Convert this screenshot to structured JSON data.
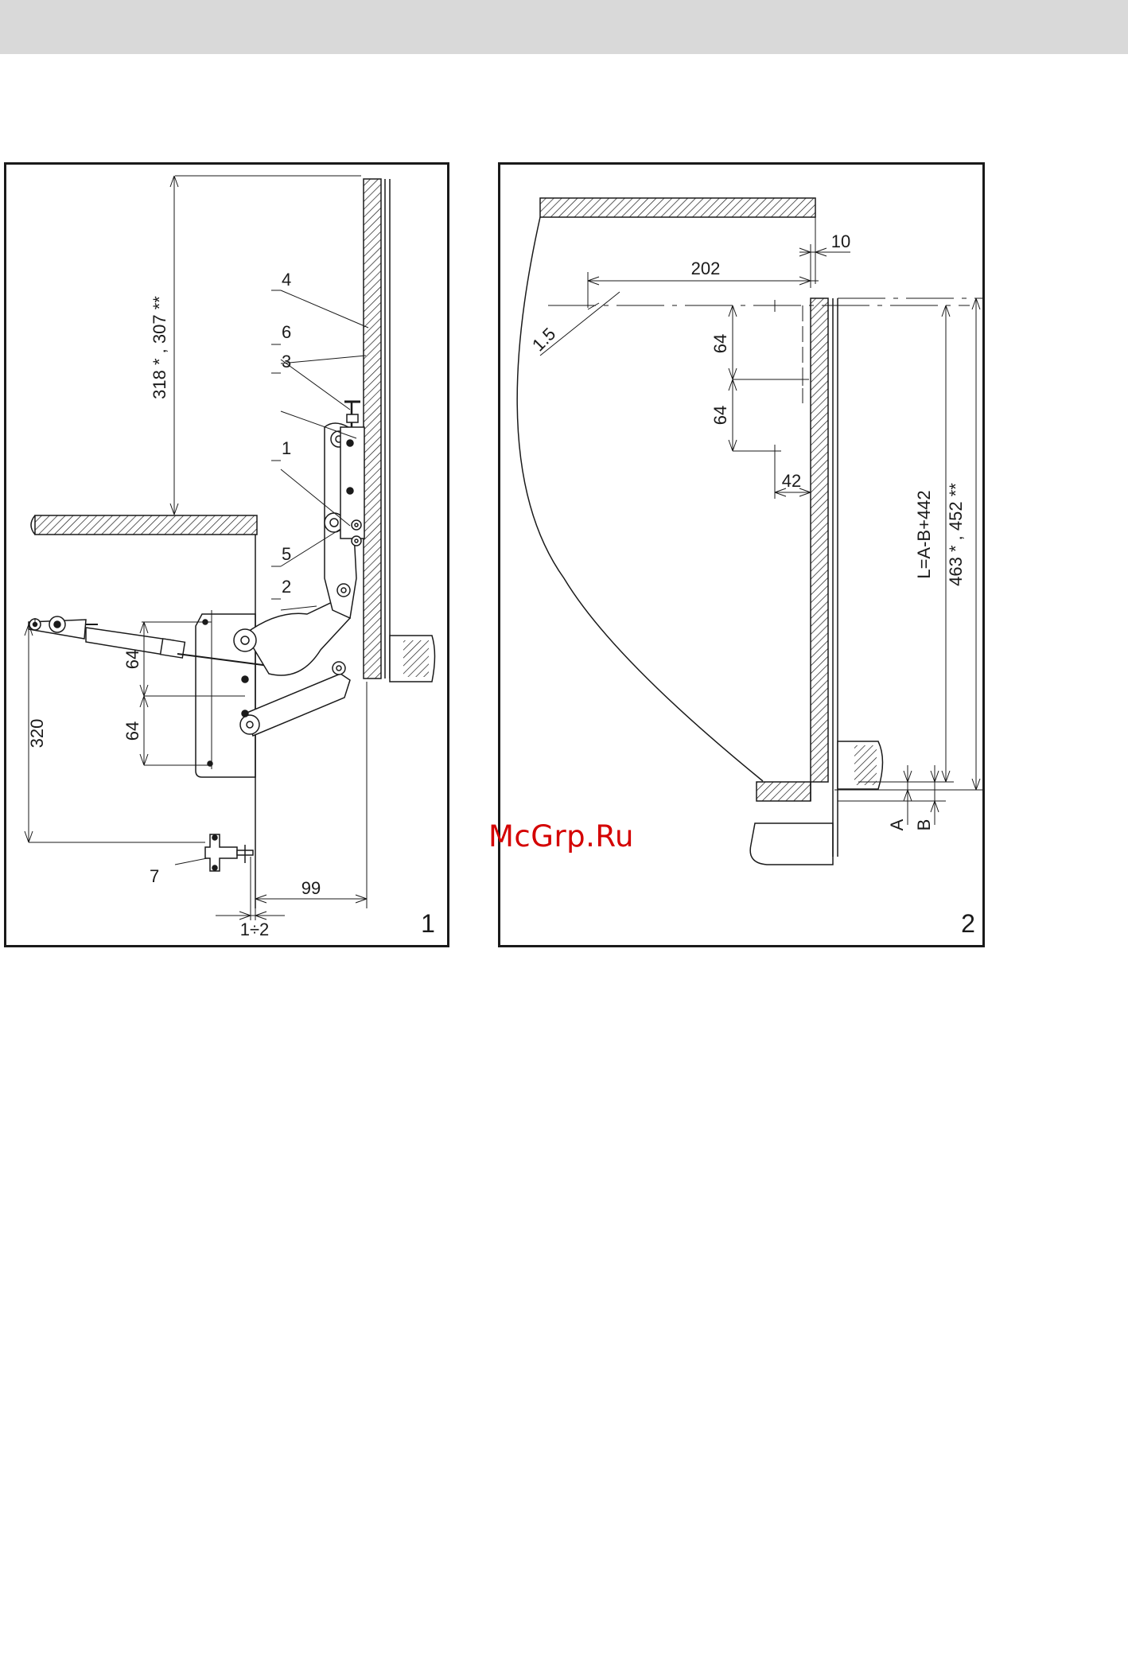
{
  "watermark": "McGrp.Ru",
  "figure1": {
    "number": "1",
    "dim_top": "318 * , 307 **",
    "dim_320": "320",
    "dim_64a": "64",
    "dim_64b": "64",
    "dim_99": "99",
    "dim_gap": "1÷2",
    "parts": [
      "4",
      "6",
      "3",
      "1",
      "5",
      "2",
      "7"
    ]
  },
  "figure2": {
    "number": "2",
    "dim_10": "10",
    "dim_202": "202",
    "dim_1_5": "1.5",
    "dim_64a": "64",
    "dim_64b": "64",
    "dim_42": "42",
    "formula": "L=A-B+442",
    "dim_side": "463 * , 452 **",
    "label_A": "A",
    "label_B": "B"
  }
}
